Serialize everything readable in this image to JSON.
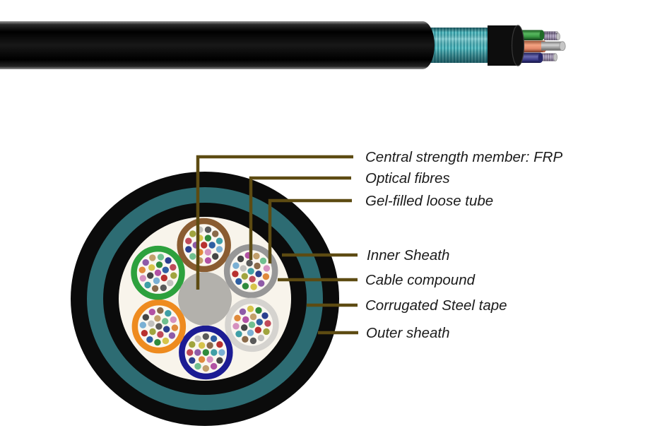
{
  "page": {
    "background": "#ffffff",
    "description_labels_count": 7
  },
  "cable_photo": {
    "outer_sheath_color": "#070707",
    "armor_teal_light": "#6cc9cd",
    "armor_teal_dark": "#2e98a2",
    "inner_sheath_color": "#0d0d0d",
    "loose_tube_colors": {
      "green": "#3a9a44",
      "salmon": "#e2886a",
      "navy": "#3a3a88"
    },
    "frp_rod_color": "#c6c6c6",
    "fibre_bundle_light": "#b3a7c6",
    "fibre_bundle_dark": "#6e5f86"
  },
  "cross_section": {
    "rings": [
      {
        "name": "outer-sheath",
        "color": "#0b0b0b"
      },
      {
        "name": "corrugated-steel-tape",
        "color": "#2d6c73"
      },
      {
        "name": "inner-sheath",
        "color": "#0b0b0b"
      },
      {
        "name": "cable-compound",
        "color": "#f8f4eb"
      }
    ],
    "frp_color": "#b3b1ac",
    "tube_face_color": "#faf7f0",
    "tubes": [
      {
        "name": "brown-tube",
        "ring_color": "#8a5c31",
        "angle_deg": 91
      },
      {
        "name": "gray-tube",
        "ring_color": "#979797",
        "angle_deg": 31
      },
      {
        "name": "silver-tube",
        "ring_color": "#d5d3cf",
        "angle_deg": -29
      },
      {
        "name": "navy-tube",
        "ring_color": "#1c1c94",
        "angle_deg": -89
      },
      {
        "name": "orange-tube",
        "ring_color": "#ee8b1f",
        "angle_deg": 211
      },
      {
        "name": "green-tube",
        "ring_color": "#2da13d",
        "angle_deg": 151
      }
    ],
    "fibre_palette": [
      "#b8312f",
      "#2e5fa3",
      "#2f8b3c",
      "#d6c44a",
      "#8e5ba8",
      "#e08a3c",
      "#d590bf",
      "#3f9fa6",
      "#8a6a4a",
      "#5a5a5a",
      "#c2c1be",
      "#a0a43e",
      "#c04a5a",
      "#2a3f8f",
      "#6fc08f",
      "#c3a06c",
      "#b252a4",
      "#454545",
      "#7ab0d4"
    ]
  },
  "annotations": {
    "line_color": "#5d4b12",
    "text_color": "#1b1b1b",
    "labels": [
      {
        "text": "Central strength member: FRP"
      },
      {
        "text": "Optical fibres"
      },
      {
        "text": "Gel-filled loose tube"
      },
      {
        "text": "Inner Sheath"
      },
      {
        "text": "Cable compound"
      },
      {
        "text": "Corrugated Steel tape"
      },
      {
        "text": "Outer sheath"
      }
    ]
  }
}
